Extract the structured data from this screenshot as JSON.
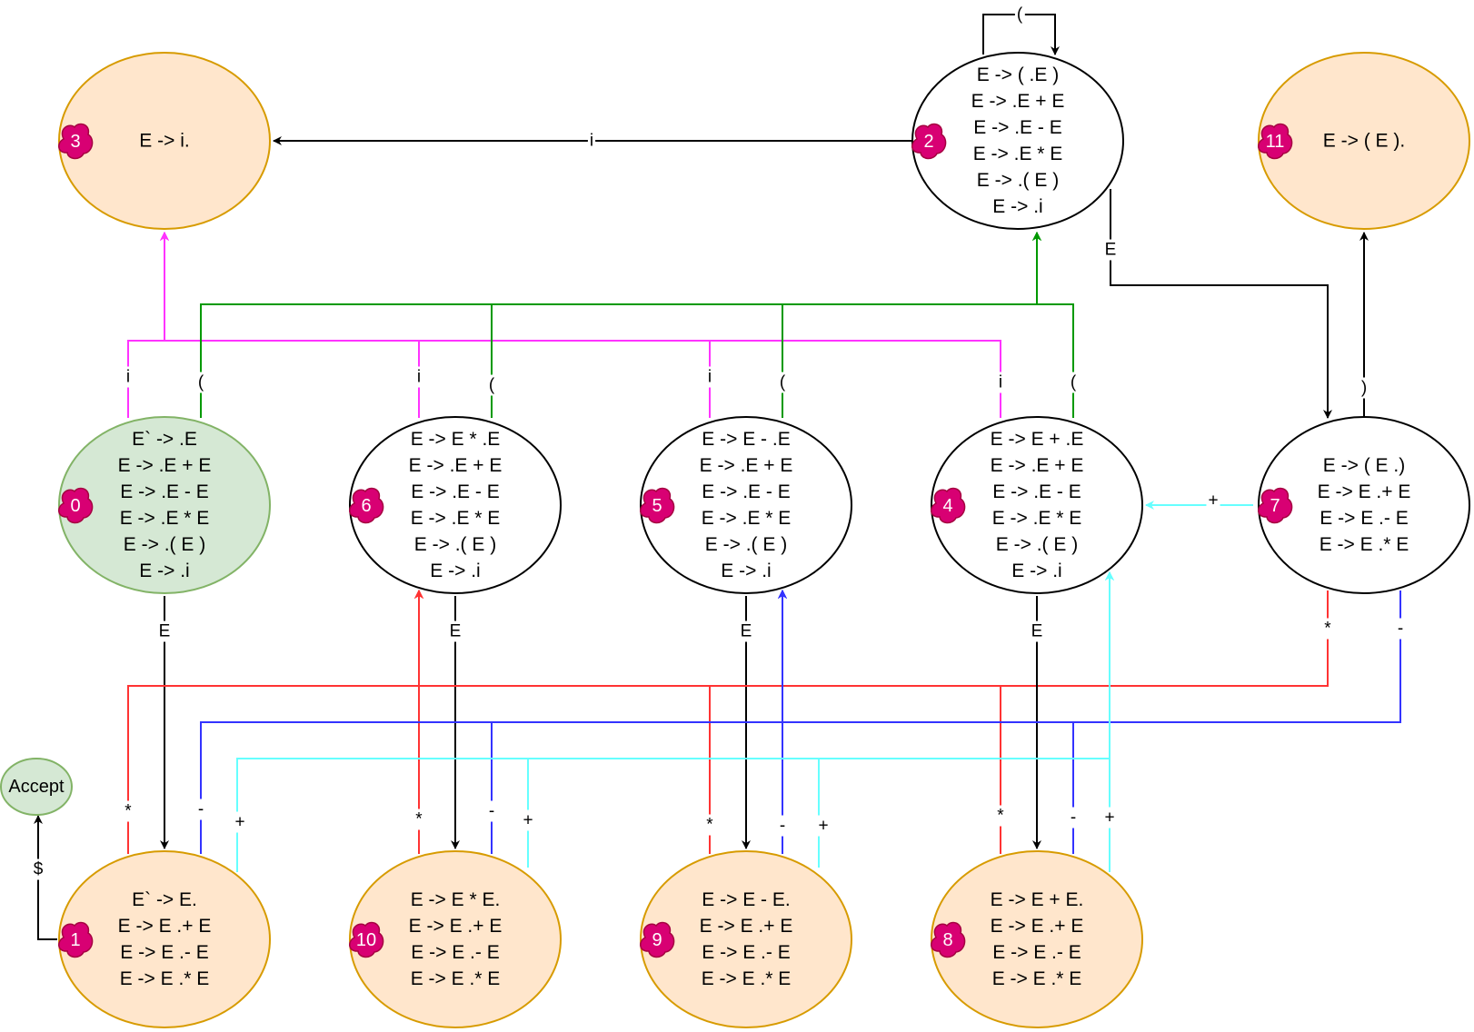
{
  "colors": {
    "start_fill": "#d5e8d4",
    "start_stroke": "#82b366",
    "final_fill": "#ffe6cc",
    "final_stroke": "#d79b00",
    "normal_fill": "#ffffff",
    "normal_stroke": "#000000",
    "badge": "#d80073",
    "black": "#000000",
    "magenta": "#ff33ff",
    "green": "#009900",
    "red": "#ff3333",
    "blue": "#3333ff",
    "cyan": "#66ffff"
  },
  "states": [
    {
      "id": "0",
      "kind": "start",
      "lines": [
        "E` -> .E",
        "E -> .E + E",
        "E -> .E - E",
        "E -> .E * E",
        "E -> .( E )",
        "E -> .i"
      ]
    },
    {
      "id": "1",
      "kind": "final",
      "lines": [
        "E` -> E.",
        "E -> E .+ E",
        "E -> E .- E",
        "E -> E .* E"
      ]
    },
    {
      "id": "2",
      "kind": "normal",
      "lines": [
        "E -> ( .E )",
        "E -> .E + E",
        "E -> .E - E",
        "E -> .E * E",
        "E -> .( E )",
        "E -> .i"
      ]
    },
    {
      "id": "3",
      "kind": "final",
      "lines": [
        "E -> i."
      ]
    },
    {
      "id": "4",
      "kind": "normal",
      "lines": [
        "E -> E + .E",
        "E -> .E + E",
        "E -> .E - E",
        "E -> .E * E",
        "E -> .( E )",
        "E -> .i"
      ]
    },
    {
      "id": "5",
      "kind": "normal",
      "lines": [
        "E -> E - .E",
        "E -> .E + E",
        "E -> .E - E",
        "E -> .E * E",
        "E -> .( E )",
        "E -> .i"
      ]
    },
    {
      "id": "6",
      "kind": "normal",
      "lines": [
        "E -> E * .E",
        "E -> .E + E",
        "E -> .E - E",
        "E -> .E * E",
        "E -> .( E )",
        "E -> .i"
      ]
    },
    {
      "id": "7",
      "kind": "normal",
      "lines": [
        "E -> ( E .)",
        "E -> E .+ E",
        "E -> E .- E",
        "E -> E .* E"
      ]
    },
    {
      "id": "8",
      "kind": "final",
      "lines": [
        "E -> E + E.",
        "E -> E .+ E",
        "E -> E .- E",
        "E -> E .* E"
      ]
    },
    {
      "id": "9",
      "kind": "final",
      "lines": [
        "E -> E - E.",
        "E -> E .+ E",
        "E -> E .- E",
        "E -> E .* E"
      ]
    },
    {
      "id": "10",
      "kind": "final",
      "lines": [
        "E -> E * E.",
        "E -> E .+ E",
        "E -> E .- E",
        "E -> E .* E"
      ]
    },
    {
      "id": "11",
      "kind": "final",
      "lines": [
        "E -> ( E )."
      ]
    }
  ],
  "accept": {
    "label": "Accept"
  },
  "transitions": [
    {
      "from": "2",
      "to": "2",
      "symbol": "(",
      "color": "black"
    },
    {
      "from": "2",
      "to": "3",
      "symbol": "i",
      "color": "black"
    },
    {
      "from": "2",
      "to": "7",
      "symbol": "E",
      "color": "black"
    },
    {
      "from": "7",
      "to": "11",
      "symbol": ")",
      "color": "black"
    },
    {
      "from": "7",
      "to": "4",
      "symbol": "+",
      "color": "cyan"
    },
    {
      "from": "7",
      "to": "6",
      "symbol": "*",
      "color": "red"
    },
    {
      "from": "7",
      "to": "5",
      "symbol": "-",
      "color": "blue"
    },
    {
      "from": "0",
      "to": "3",
      "symbol": "i",
      "color": "magenta"
    },
    {
      "from": "6",
      "to": "3",
      "symbol": "i",
      "color": "magenta"
    },
    {
      "from": "5",
      "to": "3",
      "symbol": "i",
      "color": "magenta"
    },
    {
      "from": "4",
      "to": "3",
      "symbol": "i",
      "color": "magenta"
    },
    {
      "from": "0",
      "to": "2",
      "symbol": "(",
      "color": "green"
    },
    {
      "from": "6",
      "to": "2",
      "symbol": "(",
      "color": "green"
    },
    {
      "from": "5",
      "to": "2",
      "symbol": "(",
      "color": "green"
    },
    {
      "from": "4",
      "to": "2",
      "symbol": "(",
      "color": "green"
    },
    {
      "from": "0",
      "to": "1",
      "symbol": "E",
      "color": "black"
    },
    {
      "from": "6",
      "to": "10",
      "symbol": "E",
      "color": "black"
    },
    {
      "from": "5",
      "to": "9",
      "symbol": "E",
      "color": "black"
    },
    {
      "from": "4",
      "to": "8",
      "symbol": "E",
      "color": "black"
    },
    {
      "from": "1",
      "to": "Accept",
      "symbol": "$",
      "color": "black"
    },
    {
      "from": "1",
      "to": "6",
      "symbol": "*",
      "color": "red"
    },
    {
      "from": "10",
      "to": "6",
      "symbol": "*",
      "color": "red"
    },
    {
      "from": "9",
      "to": "6",
      "symbol": "*",
      "color": "red"
    },
    {
      "from": "8",
      "to": "6",
      "symbol": "*",
      "color": "red"
    },
    {
      "from": "1",
      "to": "5",
      "symbol": "-",
      "color": "blue"
    },
    {
      "from": "10",
      "to": "5",
      "symbol": "-",
      "color": "blue"
    },
    {
      "from": "9",
      "to": "5",
      "symbol": "-",
      "color": "blue"
    },
    {
      "from": "8",
      "to": "5",
      "symbol": "-",
      "color": "blue"
    },
    {
      "from": "1",
      "to": "4",
      "symbol": "+",
      "color": "cyan"
    },
    {
      "from": "10",
      "to": "4",
      "symbol": "+",
      "color": "cyan"
    },
    {
      "from": "9",
      "to": "4",
      "symbol": "+",
      "color": "cyan"
    },
    {
      "from": "8",
      "to": "4",
      "symbol": "+",
      "color": "cyan"
    }
  ]
}
